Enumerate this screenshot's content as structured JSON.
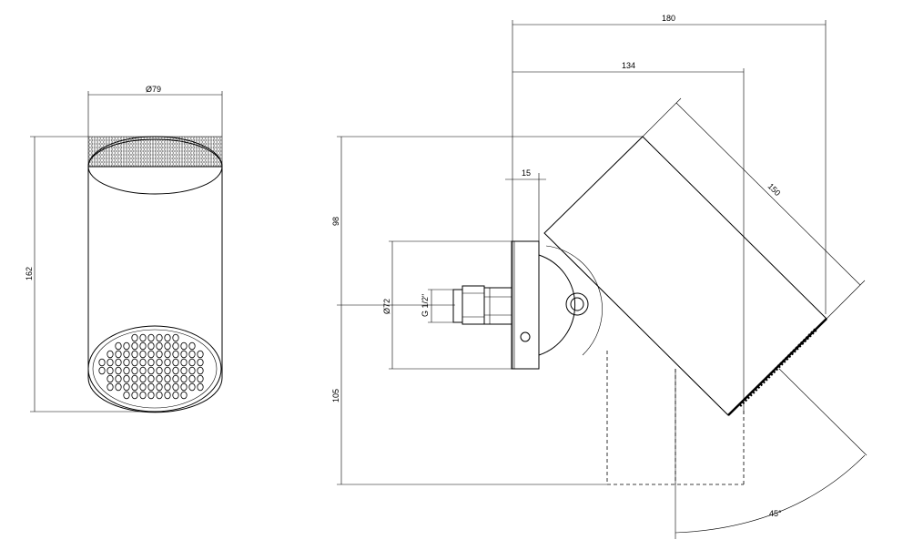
{
  "dimensions": {
    "diameter_79": "Ø79",
    "height_162": "162",
    "width_180": "180",
    "width_134": "134",
    "offset_15": "15",
    "length_150": "150",
    "height_98": "98",
    "height_105": "105",
    "diameter_72": "Ø72",
    "thread": "G 1/2\"",
    "angle": "45°"
  }
}
